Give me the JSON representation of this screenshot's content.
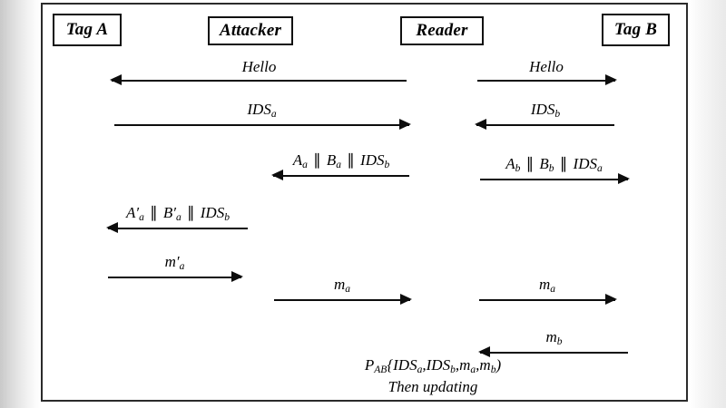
{
  "diagram": {
    "title": "RFID mutual authentication protocol with man-in-the-middle attacker",
    "type": "sequence-diagram",
    "background_color": "#ffffff",
    "line_color": "#0d0d0d",
    "frame_border_color": "#2b2b2b"
  },
  "entities": [
    {
      "id": "tag-a",
      "label": "Tag A"
    },
    {
      "id": "attacker",
      "label": "Attacker"
    },
    {
      "id": "reader",
      "label": "Reader"
    },
    {
      "id": "tag-b",
      "label": "Tag B"
    }
  ],
  "messages": [
    {
      "id": "hello-reader-to-taga",
      "label_html": "Hello",
      "plain": "Hello",
      "direction": "left",
      "from": "Reader",
      "to": "Tag A"
    },
    {
      "id": "hello-reader-to-tagb",
      "label_html": "Hello",
      "plain": "Hello",
      "direction": "right",
      "from": "Reader",
      "to": "Tag B"
    },
    {
      "id": "idsa-taga-to-reader",
      "label_html": "IDS<sub>a</sub>",
      "plain": "IDSa",
      "direction": "right",
      "from": "Tag A",
      "to": "Reader"
    },
    {
      "id": "idsb-tagb-to-reader",
      "label_html": "IDS<sub>b</sub>",
      "plain": "IDSb",
      "direction": "left",
      "from": "Tag B",
      "to": "Reader"
    },
    {
      "id": "aa-ba-idsb",
      "label_html": "A<sub>a</sub> <span class=\"par\">&#8741;</span> B<sub>a</sub> <span class=\"par\">&#8741;</span> IDS<sub>b</sub>",
      "plain": "Aa ∥ Ba ∥ IDSb",
      "direction": "left",
      "from": "Reader",
      "to": "Attacker"
    },
    {
      "id": "ab-bb-idsa",
      "label_html": "A<sub>b</sub> <span class=\"par\">&#8741;</span> B<sub>b</sub> <span class=\"par\">&#8741;</span> IDS<sub>a</sub>",
      "plain": "Ab ∥ Bb ∥ IDSa",
      "direction": "right",
      "from": "Reader",
      "to": "Tag B"
    },
    {
      "id": "aa-prime-ba-prime-idsb",
      "label_html": "A<span class=\"prime\">&#8242;</span><sub>a</sub> <span class=\"par\">&#8741;</span> B<span class=\"prime\">&#8242;</span><sub>a</sub> <span class=\"par\">&#8741;</span> IDS<sub>b</sub>",
      "plain": "A'a ∥ B'a ∥ IDSb",
      "direction": "left",
      "from": "Attacker",
      "to": "Tag A"
    },
    {
      "id": "ma-prime-taga",
      "label_html": "m<span class=\"prime\">&#8242;</span><sub>a</sub>",
      "plain": "m'a",
      "direction": "right",
      "from": "Tag A",
      "to": "Attacker"
    },
    {
      "id": "ma-attacker-to-reader",
      "label_html": "m<sub>a</sub>",
      "plain": "ma",
      "direction": "right",
      "from": "Attacker",
      "to": "Reader"
    },
    {
      "id": "ma-reader-to-tagb",
      "label_html": "m<sub>a</sub>",
      "plain": "ma",
      "direction": "right",
      "from": "Reader",
      "to": "Tag B"
    },
    {
      "id": "mb-tagb-to-reader",
      "label_html": "m<sub>b</sub>",
      "plain": "mb",
      "direction": "left",
      "from": "Tag B",
      "to": "Reader"
    }
  ],
  "notes": [
    {
      "id": "pab-note",
      "label_html": "P<sub>AB</sub>{IDS<sub>a</sub>,IDS<sub>b</sub>,m<sub>a</sub>,m<sub>b</sub>)",
      "plain": "PAB{IDSa,IDSb,ma,mb)"
    },
    {
      "id": "updating-note",
      "label_html": "Then updating",
      "plain": "Then updating"
    }
  ]
}
